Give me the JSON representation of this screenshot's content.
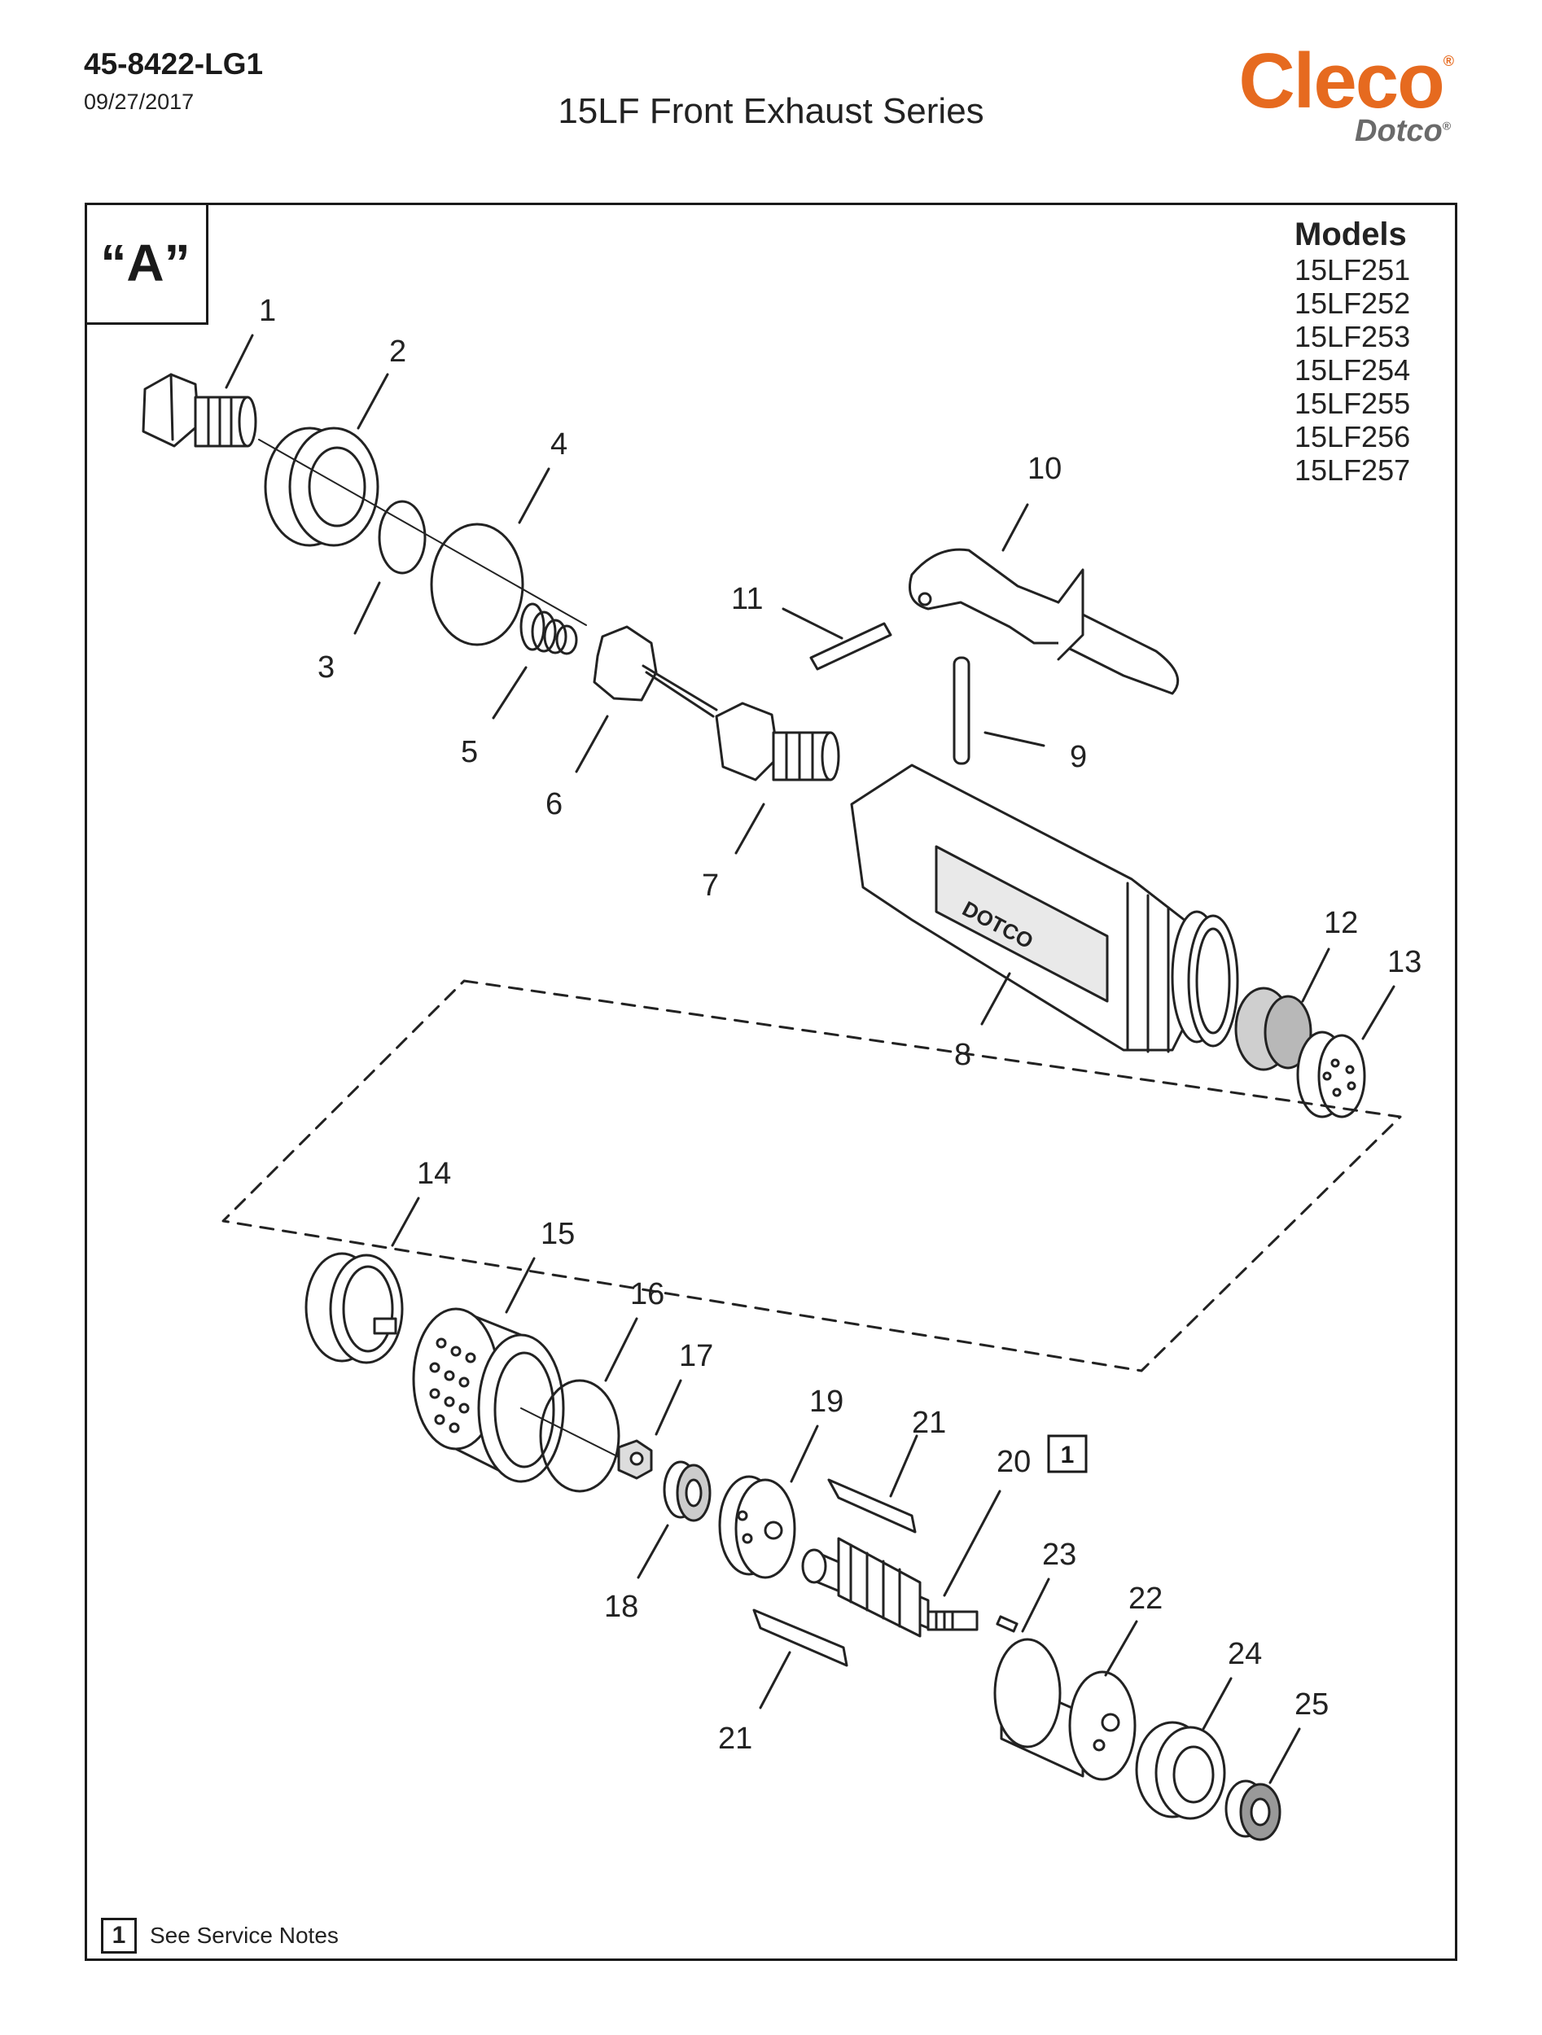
{
  "header": {
    "doc_number": "45-8422-LG1",
    "date": "09/27/2017",
    "title": "15LF Front Exhaust Series"
  },
  "logo": {
    "brand": "Cleco",
    "sub_brand": "Dotco",
    "brand_color": "#e66a1f",
    "sub_color": "#6a6a6a"
  },
  "view": {
    "label": "“A”"
  },
  "models": {
    "title": "Models",
    "items": [
      "15LF251",
      "15LF252",
      "15LF253",
      "15LF254",
      "15LF255",
      "15LF256",
      "15LF257"
    ]
  },
  "callouts": [
    "1",
    "2",
    "3",
    "4",
    "5",
    "6",
    "7",
    "8",
    "9",
    "10",
    "11",
    "12",
    "13",
    "14",
    "15",
    "16",
    "17",
    "18",
    "19",
    "20",
    "21",
    "21",
    "22",
    "23",
    "24",
    "25"
  ],
  "service_flag": "1",
  "housing_text": "DOTCO",
  "note": {
    "marker": "1",
    "text": "See Service Notes"
  }
}
